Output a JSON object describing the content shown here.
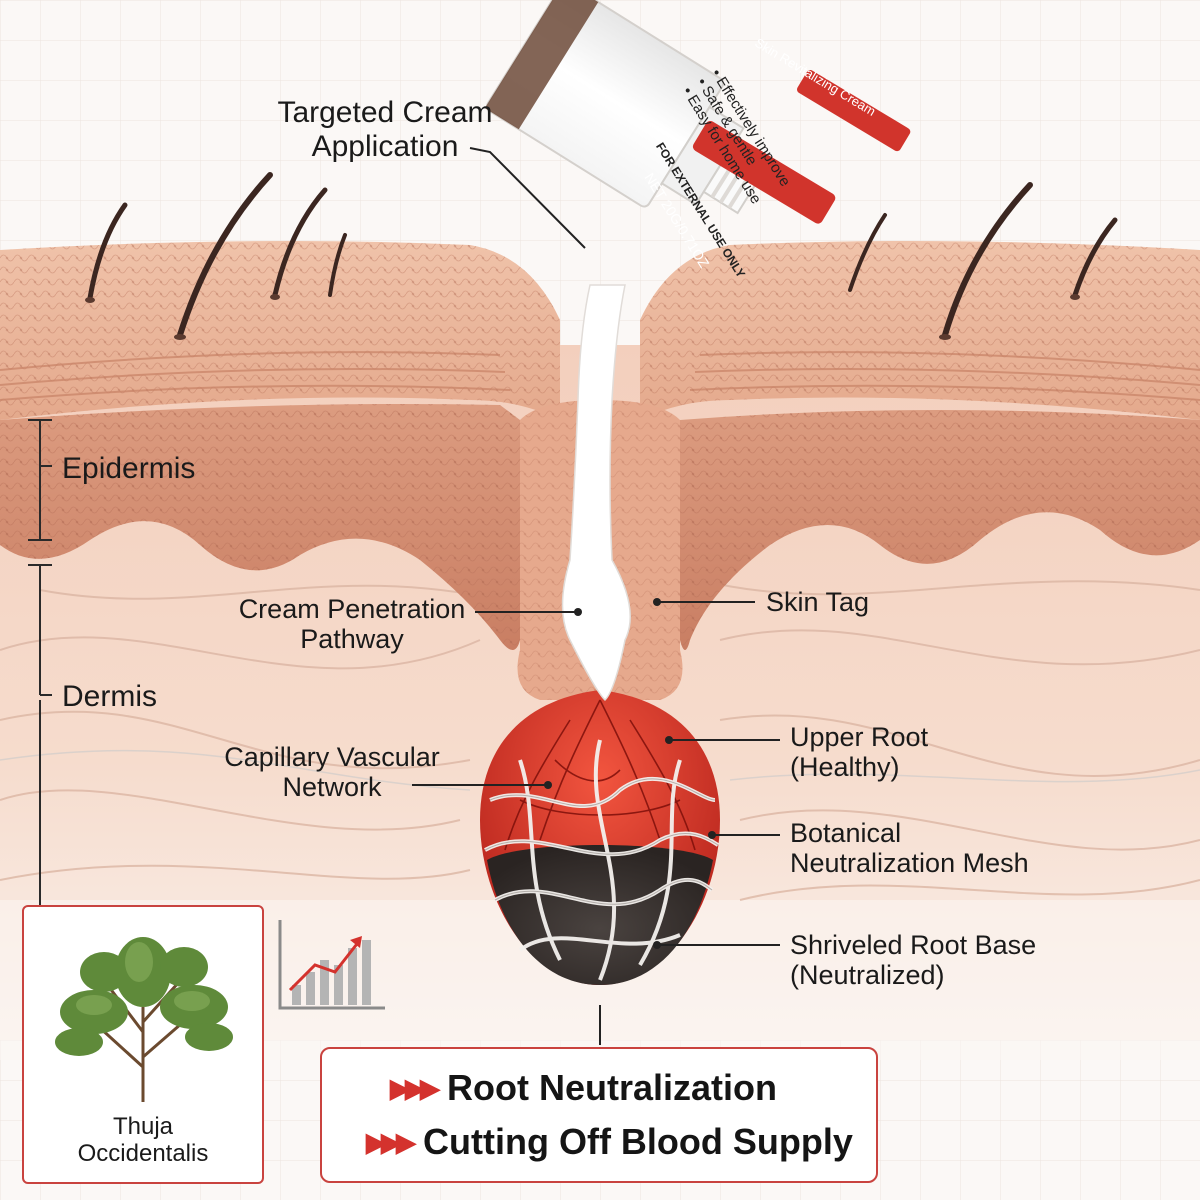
{
  "labels": {
    "targeted_cream": [
      "Targeted Cream",
      "Application"
    ],
    "epidermis": "Epidermis",
    "dermis": "Dermis",
    "cream_pathway": [
      "Cream Penetration",
      "Pathway"
    ],
    "skin_tag": "Skin Tag",
    "capillary": [
      "Capillary Vascular",
      "Network"
    ],
    "upper_root": [
      "Upper Root",
      "(Healthy)"
    ],
    "botanical_mesh": [
      "Botanical",
      "Neutralization Mesh"
    ],
    "shriveled_root": [
      "Shriveled Root Base",
      "(Neutralized)"
    ]
  },
  "tube": {
    "brand_label": "Skin Revitalizing Cream",
    "bullets": [
      "Effectively improve",
      "Safe & gentle",
      "Easy for home use"
    ],
    "warning": "FOR EXTERNAL USE ONLY",
    "net": "NET 20G/0.71OZ"
  },
  "plant": {
    "name": [
      "Thuja",
      "Occidentalis"
    ],
    "icon": "thuja-branch-icon"
  },
  "results": {
    "arrow_glyph": "▶▶▶",
    "line1": "Root Neutralization",
    "line2": "Cutting Off Blood Supply"
  },
  "colors": {
    "accent_red": "#c9433f",
    "skin": "#e9b79e",
    "epidermis": "#d9957a",
    "cream": "#ffffff"
  },
  "icons": [
    "growth-chart-icon",
    "hair-icon",
    "capillary-icon"
  ]
}
